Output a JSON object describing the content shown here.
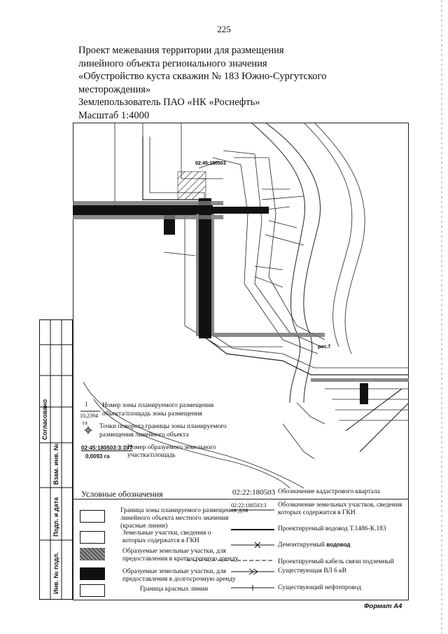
{
  "page_number": "225",
  "title": {
    "line1": "Проект межевания территории для размещения",
    "line2": "линейного объекта регионального значения",
    "line3": "«Обустройство куста скважин № 183 Южно-Сургутского",
    "line4": "месторождения»",
    "line5": "Землепользователь ПАО «НК «Роснефть»",
    "scale": "Масштаб 1:4000"
  },
  "map_legend_inset": {
    "zone_num": "1",
    "zone_area": "10,2394",
    "zone_area_unit": "га",
    "zone_text_1": "Номер зоны планируемого размещения",
    "zone_text_2": "объекта/площадь зоны размещения",
    "turn_point_text_1": "Точки поворота границы зоны планируемого",
    "turn_point_text_2": "размещения линейного объекта",
    "parcel_num": "02:45:180503:3:3У7",
    "parcel_area": "0,0093 га",
    "parcel_text_1": "Номер образуемого земельного",
    "parcel_text_2": "участка/площадь"
  },
  "legend": {
    "heading": "Условные обозначения",
    "kad_quarter_num": "02:22:180503",
    "kad_quarter_text": "Обозначение кадастрового квартала",
    "kad_parcel_num": "02:22:180503:3",
    "kad_parcel_text_1": "Обозначение земельных участков, сведения",
    "kad_parcel_text_2": "которых содержится в ГКН",
    "zone_boundary_1": "Граница зоны планируемого размещения для",
    "zone_boundary_2": "линейного объекта местного значения",
    "zone_boundary_3": "(красные линии)",
    "existing_parcels_1": "Земельные участки, сведения о",
    "existing_parcels_2": "которых содержатся в ГКН",
    "short_lease_1": "Образуемые земельные участки, для",
    "short_lease_2": "предоставления в краткосрочную аренду",
    "long_lease_1": "Образуемые земельные участки, для",
    "long_lease_2": "предоставления в долгосрочную аренду",
    "red_line": "Граница красных линии",
    "water_pipe": "Проектируемый водовод Т.1486-К.183",
    "dismantled": "Демонтируемый",
    "dismantled_bold": "водовод",
    "comm_cable": "Проектируемый кабель связи подземный",
    "power_line": "Существующая ВЛ 6 кВ",
    "oil_pipe": "Существующий нефтепровод"
  },
  "side_stamp": {
    "agreed": "Согласовано",
    "inv_no": "Взам. инв. №",
    "signature": "Подп. и дата",
    "inv_orig": "Инв. № подл."
  },
  "format": "Формат А4",
  "map_label_parcel": "02:45:180503",
  "map_label_ref": "рис.7"
}
